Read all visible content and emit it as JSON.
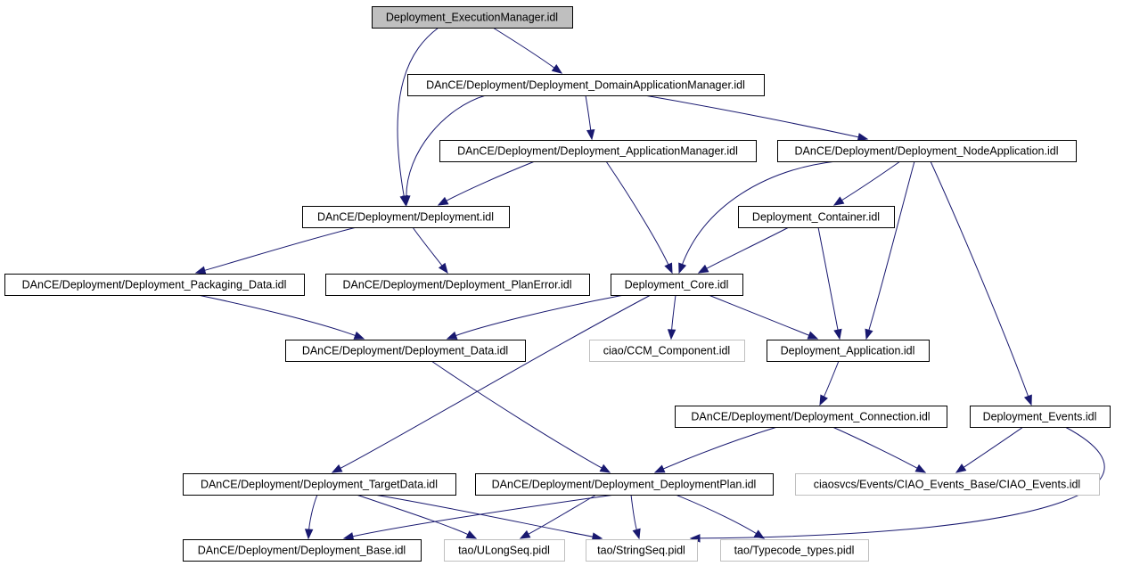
{
  "nodes": [
    {
      "id": "root",
      "label": "Deployment_ExecutionManager.idl",
      "kind": "root"
    },
    {
      "id": "dam",
      "label": "DAnCE/Deployment/Deployment_DomainApplicationManager.idl",
      "kind": "normal"
    },
    {
      "id": "am",
      "label": "DAnCE/Deployment/Deployment_ApplicationManager.idl",
      "kind": "normal"
    },
    {
      "id": "na",
      "label": "DAnCE/Deployment/Deployment_NodeApplication.idl",
      "kind": "normal"
    },
    {
      "id": "dep",
      "label": "DAnCE/Deployment/Deployment.idl",
      "kind": "normal"
    },
    {
      "id": "cont",
      "label": "Deployment_Container.idl",
      "kind": "normal"
    },
    {
      "id": "pkg",
      "label": "DAnCE/Deployment/Deployment_Packaging_Data.idl",
      "kind": "normal"
    },
    {
      "id": "perr",
      "label": "DAnCE/Deployment/Deployment_PlanError.idl",
      "kind": "normal"
    },
    {
      "id": "core",
      "label": "Deployment_Core.idl",
      "kind": "normal"
    },
    {
      "id": "data",
      "label": "DAnCE/Deployment/Deployment_Data.idl",
      "kind": "normal"
    },
    {
      "id": "ccm",
      "label": "ciao/CCM_Component.idl",
      "kind": "ext"
    },
    {
      "id": "app",
      "label": "Deployment_Application.idl",
      "kind": "normal"
    },
    {
      "id": "conn",
      "label": "DAnCE/Deployment/Deployment_Connection.idl",
      "kind": "normal"
    },
    {
      "id": "evts",
      "label": "Deployment_Events.idl",
      "kind": "normal"
    },
    {
      "id": "tgt",
      "label": "DAnCE/Deployment/Deployment_TargetData.idl",
      "kind": "normal"
    },
    {
      "id": "plan",
      "label": "DAnCE/Deployment/Deployment_DeploymentPlan.idl",
      "kind": "normal"
    },
    {
      "id": "ciaoev",
      "label": "ciaosvcs/Events/CIAO_Events_Base/CIAO_Events.idl",
      "kind": "ext"
    },
    {
      "id": "base",
      "label": "DAnCE/Deployment/Deployment_Base.idl",
      "kind": "normal"
    },
    {
      "id": "ulong",
      "label": "tao/ULongSeq.pidl",
      "kind": "ext"
    },
    {
      "id": "str",
      "label": "tao/StringSeq.pidl",
      "kind": "ext"
    },
    {
      "id": "tc",
      "label": "tao/Typecode_types.pidl",
      "kind": "ext"
    }
  ],
  "edges": [
    [
      "root",
      "dam"
    ],
    [
      "root",
      "dep"
    ],
    [
      "dam",
      "dep"
    ],
    [
      "dam",
      "am"
    ],
    [
      "dam",
      "na"
    ],
    [
      "am",
      "dep"
    ],
    [
      "am",
      "core"
    ],
    [
      "na",
      "core"
    ],
    [
      "na",
      "cont"
    ],
    [
      "na",
      "app"
    ],
    [
      "na",
      "evts"
    ],
    [
      "dep",
      "pkg"
    ],
    [
      "dep",
      "perr"
    ],
    [
      "cont",
      "core"
    ],
    [
      "cont",
      "app"
    ],
    [
      "pkg",
      "data"
    ],
    [
      "core",
      "data"
    ],
    [
      "core",
      "ccm"
    ],
    [
      "core",
      "app"
    ],
    [
      "core",
      "tgt"
    ],
    [
      "data",
      "plan"
    ],
    [
      "app",
      "conn"
    ],
    [
      "conn",
      "plan"
    ],
    [
      "conn",
      "ciaoev"
    ],
    [
      "evts",
      "ciaoev"
    ],
    [
      "evts",
      "str"
    ],
    [
      "tgt",
      "base"
    ],
    [
      "tgt",
      "ulong"
    ],
    [
      "tgt",
      "str"
    ],
    [
      "plan",
      "base"
    ],
    [
      "plan",
      "ulong"
    ],
    [
      "plan",
      "str"
    ],
    [
      "plan",
      "tc"
    ]
  ],
  "colors": {
    "edge": "#191970",
    "root_fill": "#bfbfbf",
    "ext_border": "#bfbfbf",
    "node_border": "#000000"
  }
}
